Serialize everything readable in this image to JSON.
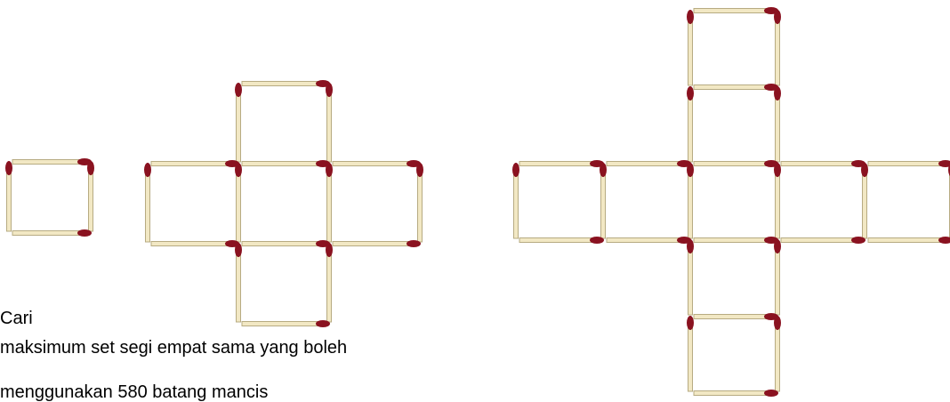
{
  "question": {
    "line1": "Cari",
    "line2": "maksimum set segi empat sama yang boleh",
    "line3": "menggunakan 580 batang mancis"
  },
  "figures": [
    {
      "squares": 1,
      "matchsticks": 4
    },
    {
      "squares": 5,
      "matchsticks": 16
    },
    {
      "squares": 9,
      "matchsticks": 28
    }
  ],
  "colors": {
    "stick_fill": "#f2e8c4",
    "stick_edge": "#b7ab82",
    "head": "#8a1220"
  }
}
